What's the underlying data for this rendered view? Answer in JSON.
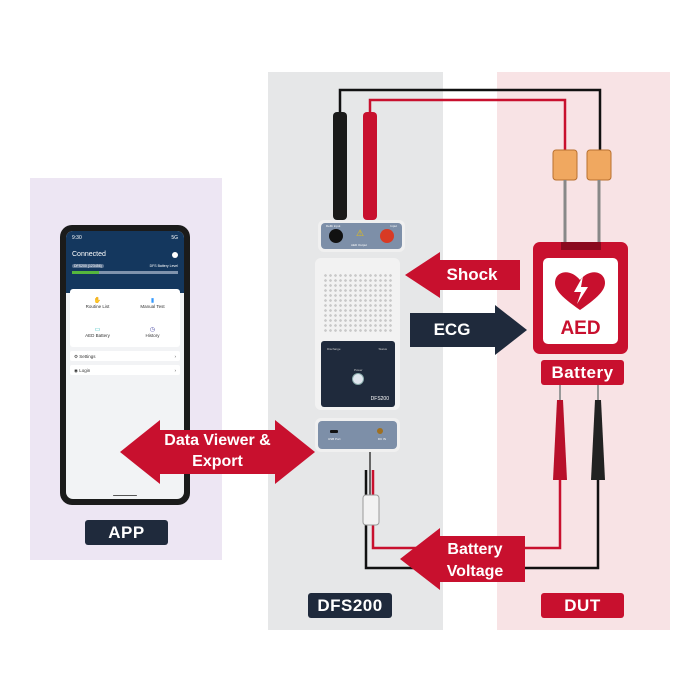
{
  "panels": {
    "app": {
      "label": "APP",
      "color": "#ede6f3"
    },
    "device": {
      "label": "DFS200",
      "color": "#e6e7e8"
    },
    "dut": {
      "label": "DUT",
      "color": "#f8e3e5"
    }
  },
  "arrows": {
    "shock": "Shock",
    "ecg": "ECG",
    "data_viewer_line1": "Data Viewer &",
    "data_viewer_line2": "Export",
    "battery_voltage_line1": "Battery",
    "battery_voltage_line2": "Voltage"
  },
  "aed": {
    "text": "AED",
    "battery_label": "Battery"
  },
  "phone": {
    "time": "9:30",
    "signal": "5G",
    "status": "Connected",
    "device_id": "DFS200 (123456)",
    "battery_level_label": "DFS Battery Level",
    "battery_fraction": 0.25,
    "tiles": [
      "Routine List",
      "Manual Test",
      "AED Battery",
      "History"
    ],
    "menu": [
      "Settings",
      "Login"
    ]
  },
  "device": {
    "top_left_label": "Defib input",
    "top_right_label": "Input",
    "warning_text": "AED Output",
    "indicators": [
      "Discharge",
      "Status"
    ],
    "power_label": "Power",
    "model": "DFS200",
    "bottom_left_label": "USB Port",
    "bottom_right_label": "DC IN"
  },
  "colors": {
    "red": "#c8102e",
    "navy": "#1f2a3c"
  }
}
